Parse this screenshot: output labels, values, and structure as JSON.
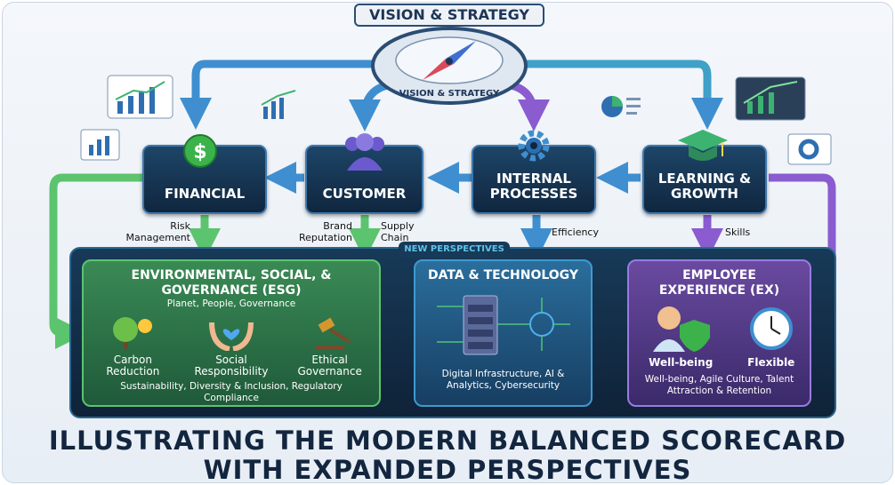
{
  "banner": "VISION & STRATEGY",
  "compass_label": "VISION & STRATEGY",
  "perspectives": [
    {
      "label": "FINANCIAL",
      "icon": "dollar-icon"
    },
    {
      "label": "CUSTOMER",
      "icon": "people-icon"
    },
    {
      "label": "INTERNAL PROCESSES",
      "icon": "gear-icon"
    },
    {
      "label": "LEARNING & GROWTH",
      "icon": "graduation-cap-icon"
    }
  ],
  "links": {
    "risk": "Risk Management",
    "brand": "Brand Reputation",
    "supply": "Supply Chain",
    "efficiency": "Efficiency",
    "skills": "Skills"
  },
  "new_tab": "NEW PERSPECTIVES",
  "esg": {
    "title": "ENVIRONMENTAL, SOCIAL, & GOVERNANCE (ESG)",
    "subtitle": "Planet, People, Governance",
    "items": [
      "Carbon Reduction",
      "Social Responsibility",
      "Ethical Governance"
    ],
    "footer": "Sustainability, Diversity & Inclusion, Regulatory Compliance"
  },
  "data_tech": {
    "title": "DATA & TECHNOLOGY",
    "footer": "Digital Infrastructure, AI & Analytics, Cybersecurity"
  },
  "ex": {
    "title": "EMPLOYEE EXPERIENCE (EX)",
    "items": [
      "Well-being",
      "Flexible"
    ],
    "footer": "Well-being, Agile Culture, Talent Attraction & Retention"
  },
  "title_lines": [
    "ILLUSTRATING THE MODERN BALANCED SCORECARD",
    "WITH EXPANDED PERSPECTIVES"
  ],
  "colors": {
    "navy": "#13263f",
    "esg": "#2f7d4c",
    "data": "#1f5f8a",
    "ex": "#5b3d8f"
  }
}
